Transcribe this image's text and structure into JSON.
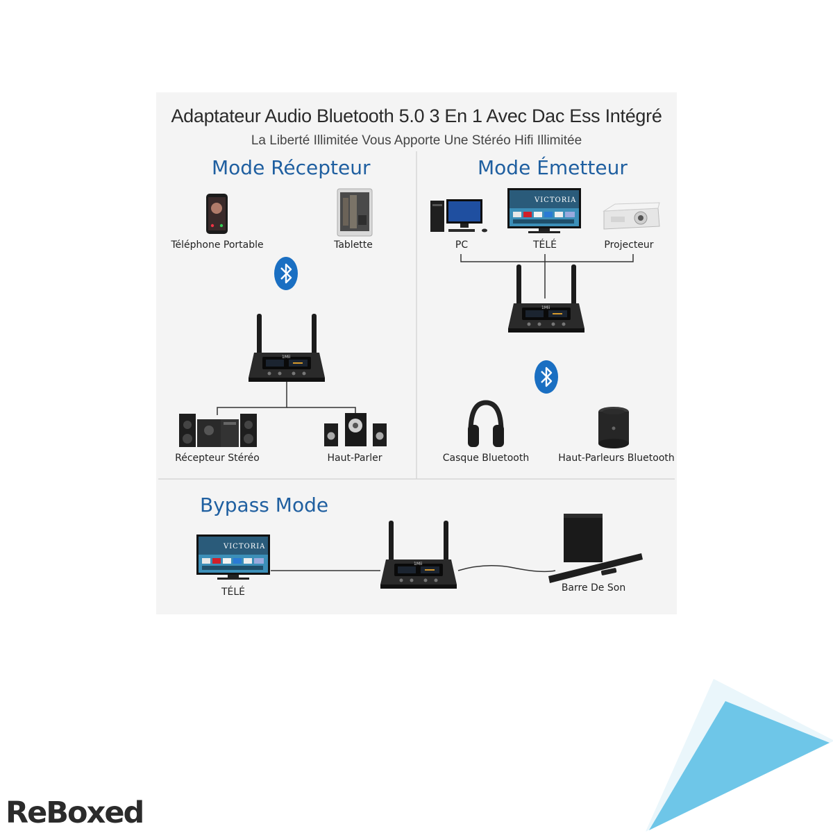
{
  "header": {
    "title": "Adaptateur Audio Bluetooth 5.0 3 En 1 Avec Dac Ess Intégré",
    "subtitle": "La Liberté Illimitée Vous Apporte Une Stéréo Hifi Illimitée"
  },
  "receiver_mode": {
    "title": "Mode Récepteur",
    "sources": [
      "Téléphone Portable",
      "Tablette"
    ],
    "outputs": [
      "Récepteur Stéréo",
      "Haut-Parler"
    ]
  },
  "transmitter_mode": {
    "title": "Mode Émetteur",
    "sources": [
      "PC",
      "TÉLÉ",
      "Projecteur"
    ],
    "outputs": [
      "Casque Bluetooth",
      "Haut-Parleurs Bluetooth"
    ]
  },
  "bypass_mode": {
    "title": "Bypass Mode",
    "source": "TÉLÉ",
    "output": "Barre De Son"
  },
  "screen_brand": "VICTORIA",
  "device_brand": "1Mii",
  "logo": {
    "text": "ReBoxed"
  },
  "colors": {
    "accent_blue": "#1f5fa0",
    "bluetooth_blue": "#1a6fc2",
    "panel_bg": "#f4f4f4",
    "corner_blue": "#6ec6e8"
  },
  "icons": [
    "bluetooth-icon",
    "smartphone-icon",
    "tablet-icon",
    "pc-icon",
    "tv-icon",
    "projector-icon",
    "adapter-icon",
    "stereo-icon",
    "speaker-icon",
    "headphones-icon",
    "bluetooth-speaker-icon",
    "soundbar-icon"
  ]
}
